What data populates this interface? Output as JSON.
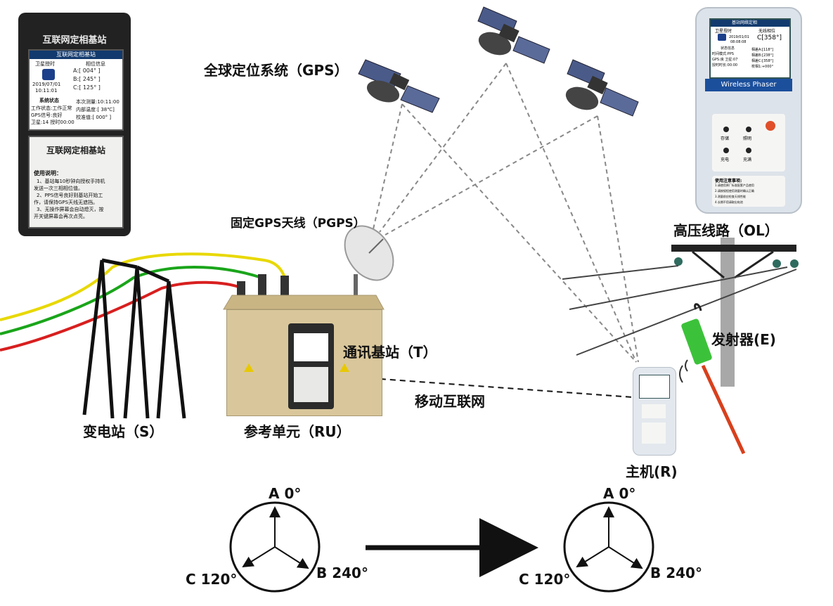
{
  "labels": {
    "gps": "全球定位系统（GPS）",
    "pgps": "固定GPS天线（PGPS）",
    "ol": "高压线路（OL）",
    "t": "通讯基站（T）",
    "mobile": "移动互联网",
    "e": "发射器(E)",
    "s": "变电站（S）",
    "ru": "参考单元（RU）",
    "r": "主机(R)"
  },
  "base_device": {
    "title": "互联网定相基站",
    "screen_title": "互联网定相基站",
    "col_left": "卫星授时",
    "col_right": "相位信息",
    "date": "2019/07/01",
    "time": "10:11:01",
    "phase_a": "A:[  004° ]",
    "phase_b": "B:[  245° ]",
    "phase_c": "C:[  125° ]",
    "status_title": "系统状态",
    "work_status": "工作状态:工作正常",
    "gps_signal": "GPS信号:良好",
    "satellites": "卫星:14  授时00:00",
    "measure_time": "本次测量:10:11:00",
    "internal_temp": "内部温度:[  38℃]",
    "calib": "校准值:[  000° ]",
    "panel_title": "互联网定相基站",
    "instructions_title": "使用说明：",
    "instructions": [
      "1、基站每10秒钟向授权手持机",
      "发送一次三相相位值。",
      "2、PPS信号良好则基站开始工",
      "作，请保持GPS天线无遮挡。",
      "3、无操作屏幕会自动熄灭，按",
      "开关键屏幕会再次点亮。"
    ]
  },
  "phaser": {
    "header": "基站网络定相",
    "col_left": "卫星授时",
    "col_right": "无线相位",
    "date": "2019/01/01",
    "time": "08:08:08",
    "phase": "C[358°]",
    "status_title": "状态信息",
    "mode": "时间模式:PPS",
    "gps": "GPS:良 卫星:07",
    "timing": "授时时长:00:00",
    "ra": "相差A:[118°]",
    "rb": "相差B:[238°]",
    "rc": "相差C:[358°]",
    "cal": "校相1:+000°",
    "brand": "Wireless Phaser",
    "btn1": "存储",
    "btn2": "照明",
    "btn3": "充电",
    "btn4": "充满",
    "notice_title": "使用注意事项:",
    "notice": [
      "1.请使用原厂标准配套产品使用",
      "2.请按规程使用测量时确认正确",
      "3.测量前应检查天线性能",
      "4.长期不用请取出电池"
    ]
  },
  "phasors": [
    {
      "a": "A 0°",
      "b": "B 240°",
      "c": "C 120°"
    },
    {
      "a": "A 0°",
      "b": "B 240°",
      "c": "C 120°"
    }
  ],
  "colors": {
    "wire_yellow": "#e8d800",
    "wire_green": "#1aa51a",
    "wire_red": "#d81f1f",
    "emitter_green": "#3cc23a",
    "emitter_pole": "#d8401c"
  }
}
